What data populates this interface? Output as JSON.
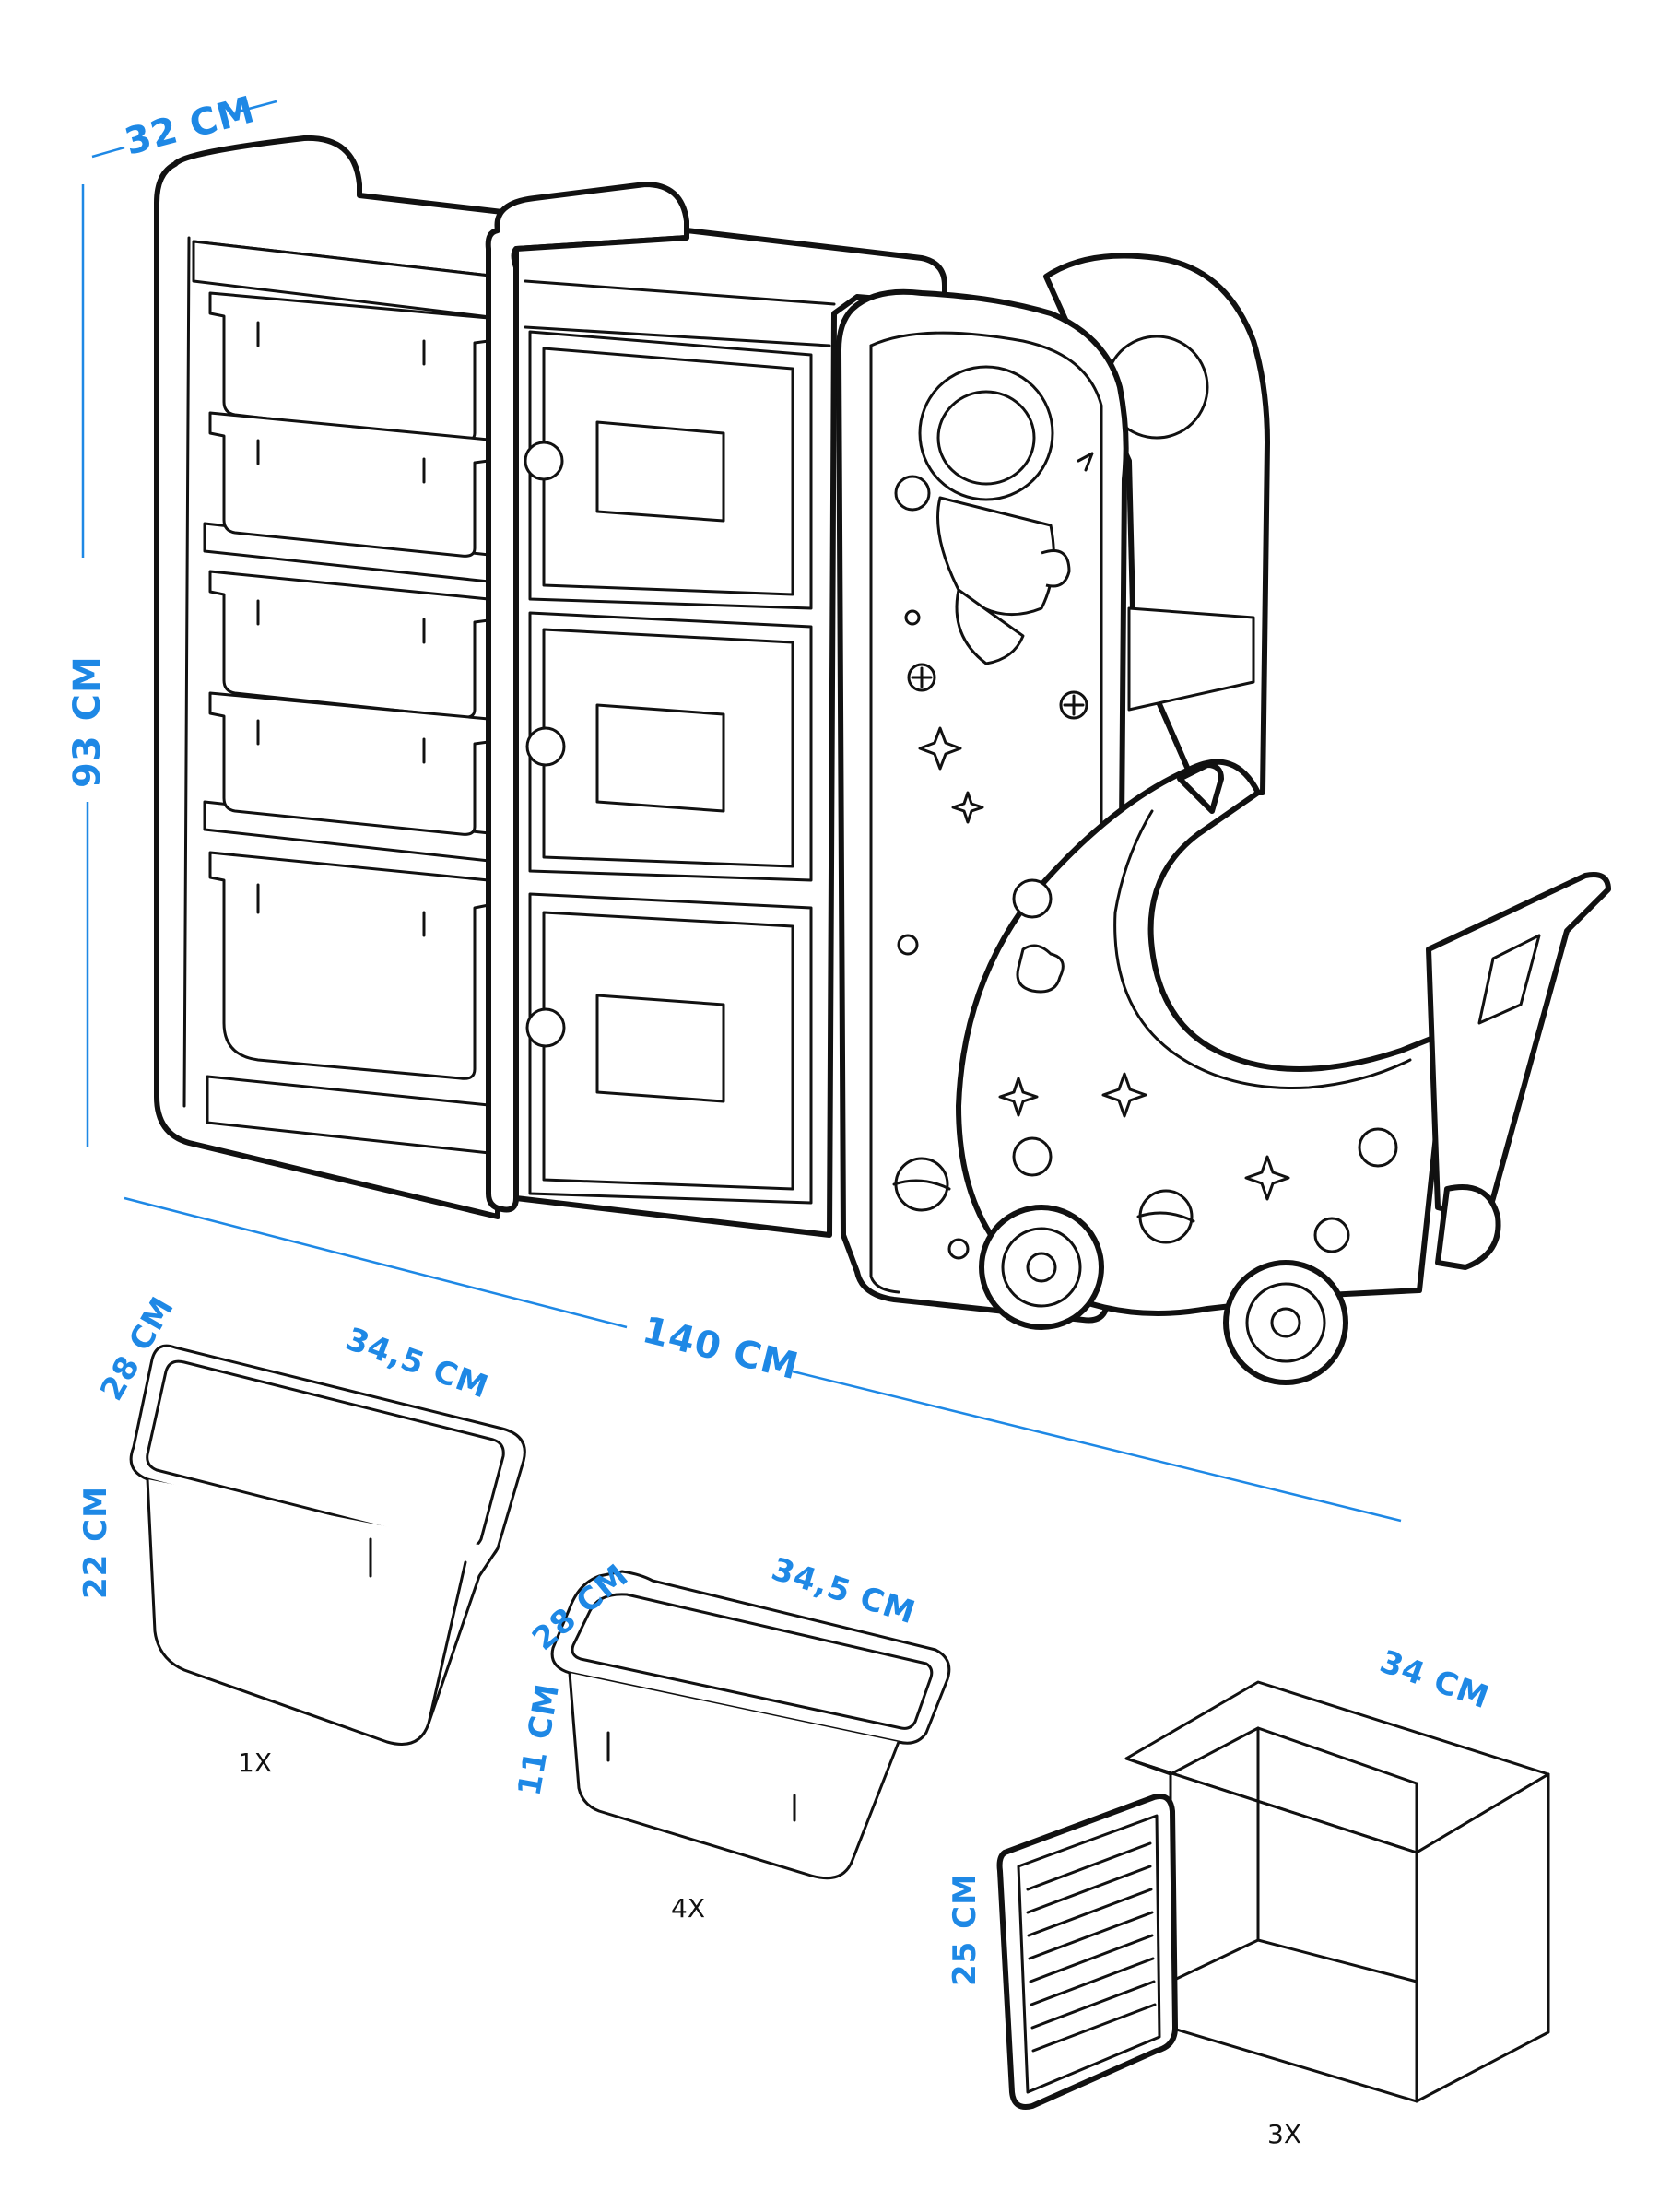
{
  "colors": {
    "dimension": "#1e88e5",
    "line": "#111111",
    "background": "#ffffff"
  },
  "unit": {
    "depth": "32 CM",
    "height": "93 CM",
    "width": "140 CM"
  },
  "components": [
    {
      "name": "large_bin",
      "depth": "28 CM",
      "length": "34,5 CM",
      "height": "22 CM",
      "quantity": "1X"
    },
    {
      "name": "small_bin",
      "depth": "28 CM",
      "length": "34,5 CM",
      "height": "11 CM",
      "quantity": "4X"
    },
    {
      "name": "door_cube",
      "length": "34 CM",
      "height": "25 CM",
      "quantity": "3X"
    }
  ]
}
